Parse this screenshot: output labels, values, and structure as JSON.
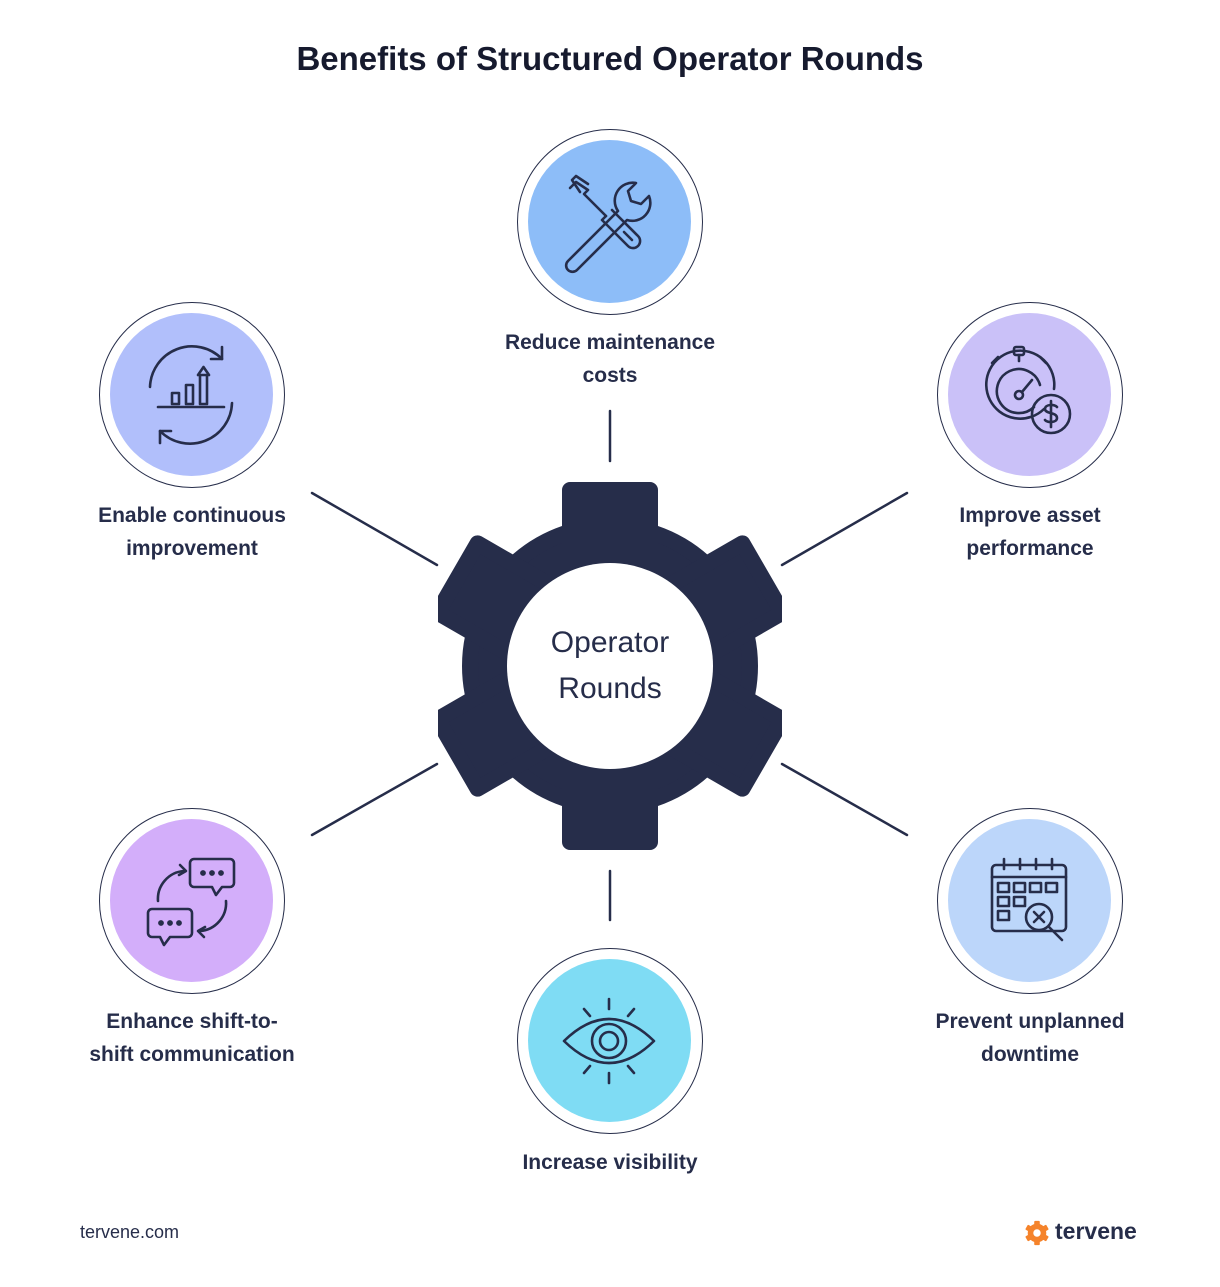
{
  "title": "Benefits of Structured Operator Rounds",
  "center": {
    "line1": "Operator",
    "line2": "Rounds"
  },
  "benefits": [
    {
      "line1": "Reduce maintenance",
      "line2": "costs",
      "icon": "wrench-screwdriver-icon",
      "color": "#8dbdf8"
    },
    {
      "line1": "Improve asset",
      "line2": "performance",
      "icon": "stopwatch-dollar-icon",
      "color": "#cac1f8"
    },
    {
      "line1": "Prevent unplanned",
      "line2": "downtime",
      "icon": "calendar-search-icon",
      "color": "#bcd6fa"
    },
    {
      "line1": "Increase visibility",
      "line2": "",
      "icon": "eye-icon",
      "color": "#7fdcf4"
    },
    {
      "line1": "Enhance shift-to-",
      "line2": "shift communication",
      "icon": "chat-exchange-icon",
      "color": "#d3aefa"
    },
    {
      "line1": "Enable continuous",
      "line2": "improvement",
      "icon": "growth-chart-icon",
      "color": "#b1bffb"
    }
  ],
  "footer": {
    "url": "tervene.com",
    "brand": "tervene",
    "brand_color": "#f5832b"
  },
  "colors": {
    "dark": "#262d4a"
  }
}
